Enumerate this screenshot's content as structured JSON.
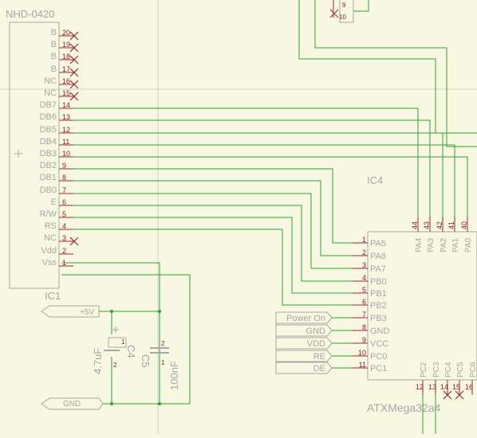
{
  "colors": {
    "background": "#f7f7e2",
    "wire": "#2ea12e",
    "pin": "#9a2a2a",
    "body": "#a7a7a7",
    "label": "#a7a7a7",
    "pin_number": "#8a1d1d",
    "crosshair": "#c9c9c9"
  },
  "lcd": {
    "name": "NHD-0420",
    "ref": "IC1",
    "pins": [
      {
        "num": "20",
        "label": "B",
        "nc": true
      },
      {
        "num": "19",
        "label": "B",
        "nc": true
      },
      {
        "num": "18",
        "label": "B",
        "nc": true
      },
      {
        "num": "17",
        "label": "B",
        "nc": true
      },
      {
        "num": "16",
        "label": "NC",
        "nc": true
      },
      {
        "num": "15",
        "label": "NC",
        "nc": true
      },
      {
        "num": "14",
        "label": "DB7",
        "nc": false
      },
      {
        "num": "13",
        "label": "DB6",
        "nc": false
      },
      {
        "num": "12",
        "label": "DB5",
        "nc": false
      },
      {
        "num": "11",
        "label": "DB4",
        "nc": false
      },
      {
        "num": "10",
        "label": "DB3",
        "nc": false
      },
      {
        "num": "9",
        "label": "DB2",
        "nc": false
      },
      {
        "num": "8",
        "label": "DB1",
        "nc": false
      },
      {
        "num": "7",
        "label": "DB0",
        "nc": false
      },
      {
        "num": "6",
        "label": "E",
        "nc": false
      },
      {
        "num": "5",
        "label": "R/W",
        "nc": false
      },
      {
        "num": "4",
        "label": "RS",
        "nc": false
      },
      {
        "num": "3",
        "label": "NC",
        "nc": true
      },
      {
        "num": "2",
        "label": "Vdd",
        "nc": false
      },
      {
        "num": "1",
        "label": "Vss",
        "nc": false
      }
    ]
  },
  "mcu": {
    "ref": "IC4",
    "name": "ATXMega32a4",
    "left_pins": [
      {
        "num": "1",
        "label": "PA5"
      },
      {
        "num": "2",
        "label": "PA6"
      },
      {
        "num": "3",
        "label": "PA7"
      },
      {
        "num": "4",
        "label": "PB0"
      },
      {
        "num": "5",
        "label": "PB1"
      },
      {
        "num": "6",
        "label": "PB2"
      },
      {
        "num": "7",
        "label": "PB3"
      },
      {
        "num": "8",
        "label": "GND"
      },
      {
        "num": "9",
        "label": "VCC"
      },
      {
        "num": "10",
        "label": "PC0"
      },
      {
        "num": "11",
        "label": "PC1"
      }
    ],
    "top_pins": [
      {
        "num": "44",
        "label": "PA4"
      },
      {
        "num": "43",
        "label": "PA3"
      },
      {
        "num": "42",
        "label": "PA2"
      },
      {
        "num": "41",
        "label": "PA1"
      },
      {
        "num": "40",
        "label": "PA0"
      }
    ],
    "bottom_pins": [
      {
        "num": "12",
        "label": "PC2",
        "nc": false
      },
      {
        "num": "13",
        "label": "PC3",
        "nc": false
      },
      {
        "num": "14",
        "label": "PC4",
        "nc": true
      },
      {
        "num": "15",
        "label": "PC5",
        "nc": true
      },
      {
        "num": "16",
        "label": "PC6",
        "nc": false
      }
    ]
  },
  "net_labels": [
    "Power On",
    "GND",
    "VDD",
    "RE",
    "DE"
  ],
  "power": {
    "vplus": "+5V",
    "gnd": "GND"
  },
  "caps": {
    "c4": {
      "ref": "C4",
      "value": "4.7uF",
      "pin_pos": "1",
      "pin_neg": "2",
      "mark": "+"
    },
    "c5": {
      "ref": "C5",
      "value": "100nF",
      "pin_a": "2",
      "pin_b": "1"
    }
  },
  "top_part": {
    "pins": [
      "9",
      "10"
    ]
  }
}
